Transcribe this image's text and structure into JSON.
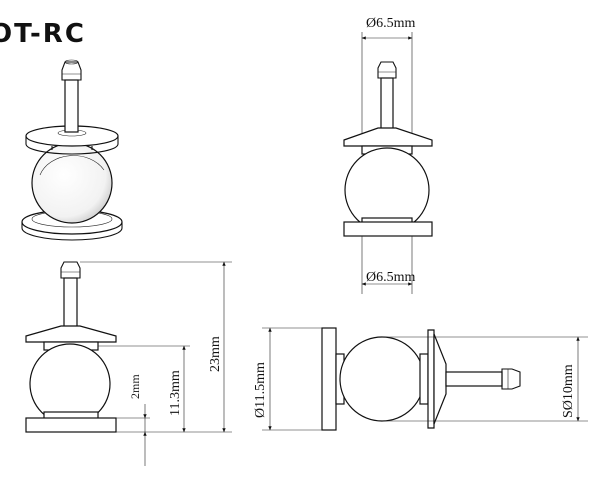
{
  "brand": {
    "logo_text": "OT-RC"
  },
  "dimensions": {
    "top_diameter": "Ø6.5mm",
    "bottom_diameter": "Ø6.5mm",
    "total_height": "23mm",
    "ball_height": "11.3mm",
    "base_thickness": "2mm",
    "base_diameter": "Ø11.5mm",
    "sphere_diameter": "SØ10mm"
  },
  "colors": {
    "line": "#111111",
    "background": "#ffffff"
  }
}
